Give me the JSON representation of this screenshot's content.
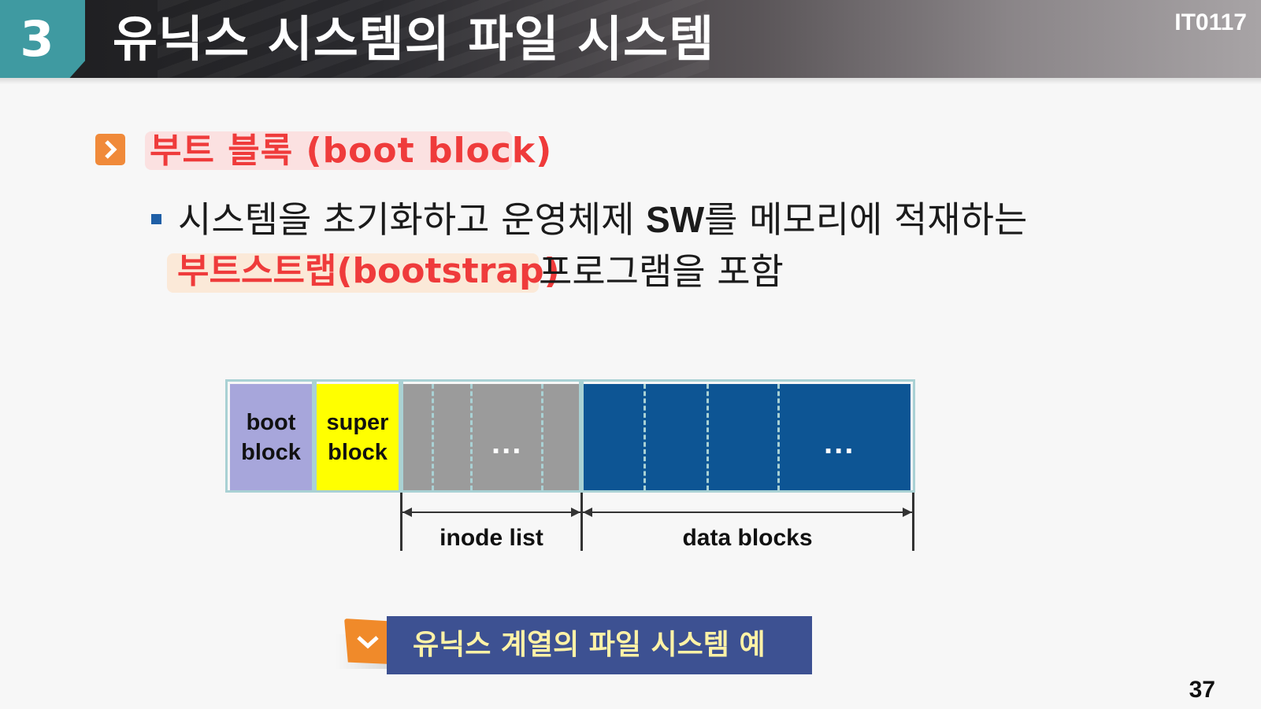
{
  "header": {
    "section_number": "3",
    "title": "유닉스 시스템의 파일 시스템",
    "course_code": "IT0117"
  },
  "heading": {
    "text": "부트 블록 (boot block)",
    "icon": "chevron-right-icon"
  },
  "bullet": {
    "line1_a": "시스템을 초기화하고 운영체제 ",
    "line1_sw": "SW",
    "line1_b": "를 메모리에 적재하는",
    "term": "부트스트랩(bootstrap)",
    "line2": "프로그램을 포함"
  },
  "diagram": {
    "boot_block": [
      "boot",
      "block"
    ],
    "super_block": [
      "super",
      "block"
    ],
    "inode_ellipsis": "...",
    "data_ellipsis": "...",
    "inode_label": "inode list",
    "data_label": "data blocks"
  },
  "caption": {
    "text": "유닉스 계열의 파일 시스템 예",
    "icon": "check-icon"
  },
  "page_number": "37",
  "colors": {
    "teal": "#3f9aa1",
    "accent_orange": "#f08a3a",
    "heading_red": "#ef3b3b",
    "boot_block": "#a7a6db",
    "super_block": "#ffff00",
    "inode_list": "#9b9b9b",
    "data_blocks": "#0d5594",
    "caption_bg": "#3d5192",
    "caption_text": "#fff2a6"
  }
}
